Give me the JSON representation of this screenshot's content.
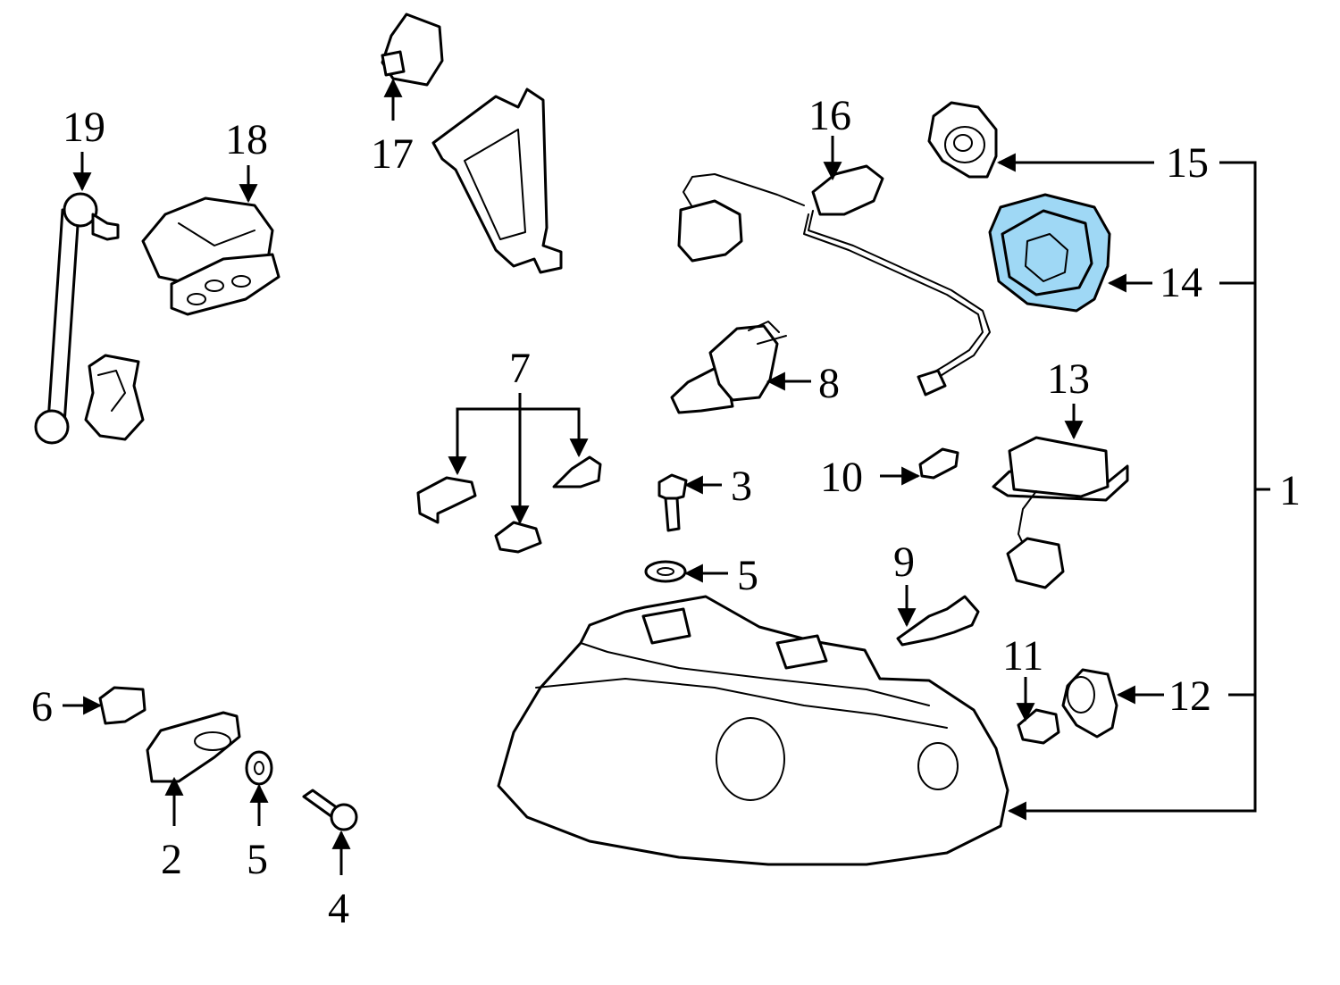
{
  "diagram": {
    "highlight_color": "#9fd8f5",
    "line_color": "#000000",
    "background": "#ffffff",
    "callouts": [
      {
        "id": "c1",
        "label": "1"
      },
      {
        "id": "c2",
        "label": "2"
      },
      {
        "id": "c3",
        "label": "3"
      },
      {
        "id": "c4",
        "label": "4"
      },
      {
        "id": "c5a",
        "label": "5"
      },
      {
        "id": "c5b",
        "label": "5"
      },
      {
        "id": "c6",
        "label": "6"
      },
      {
        "id": "c7",
        "label": "7"
      },
      {
        "id": "c8",
        "label": "8"
      },
      {
        "id": "c9",
        "label": "9"
      },
      {
        "id": "c10",
        "label": "10"
      },
      {
        "id": "c11",
        "label": "11"
      },
      {
        "id": "c12",
        "label": "12"
      },
      {
        "id": "c13",
        "label": "13"
      },
      {
        "id": "c14",
        "label": "14"
      },
      {
        "id": "c15",
        "label": "15"
      },
      {
        "id": "c16",
        "label": "16"
      },
      {
        "id": "c17",
        "label": "17"
      },
      {
        "id": "c18",
        "label": "18"
      },
      {
        "id": "c19",
        "label": "19"
      }
    ],
    "highlighted_part": "14"
  }
}
